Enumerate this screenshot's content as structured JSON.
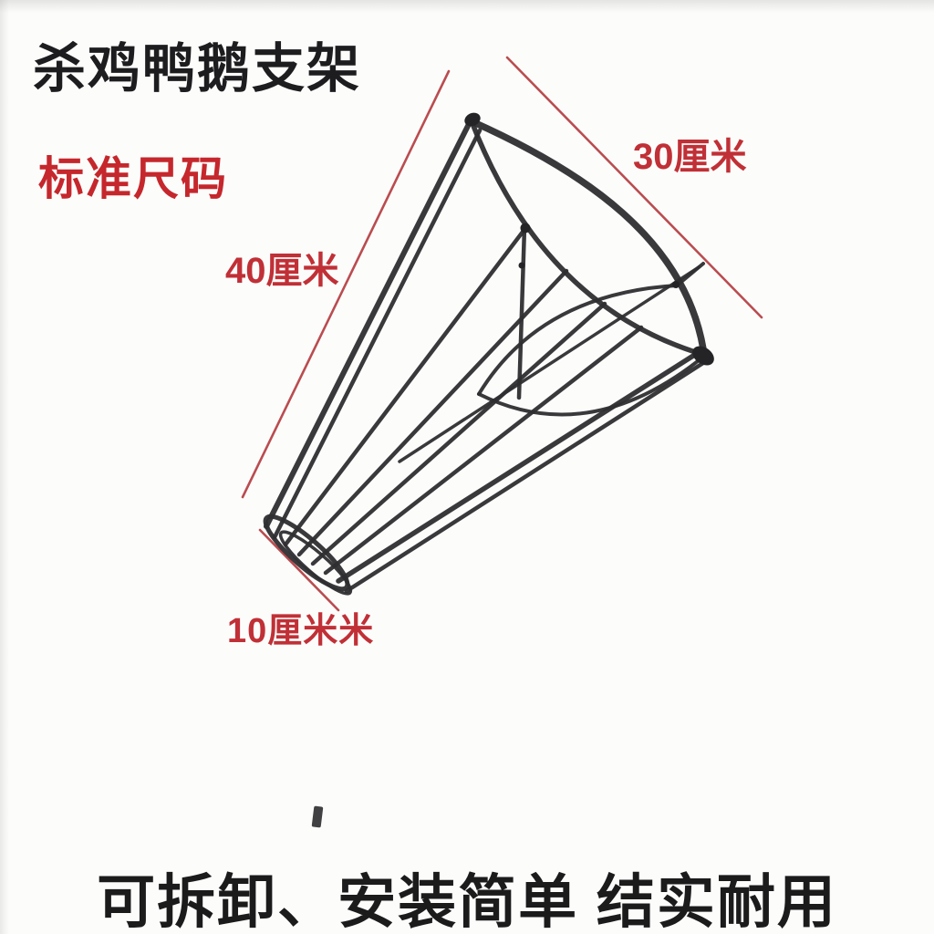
{
  "colors": {
    "title_text": "#1d1d1f",
    "accent_red": "#c5272c",
    "dimension_line": "#b2383c",
    "wire": "#2e2e31",
    "connector": "#242427",
    "background": "#fcfcfb"
  },
  "header": {
    "title": "杀鸡鸭鹅支架",
    "size_label": "标准尺码"
  },
  "annotations": {
    "top_right_dimension": "30厘米",
    "left_dimension": "40厘米",
    "bottom_dimension": "10厘米米"
  },
  "footer": {
    "tagline": "可拆卸、安装简单 结实耐用"
  }
}
